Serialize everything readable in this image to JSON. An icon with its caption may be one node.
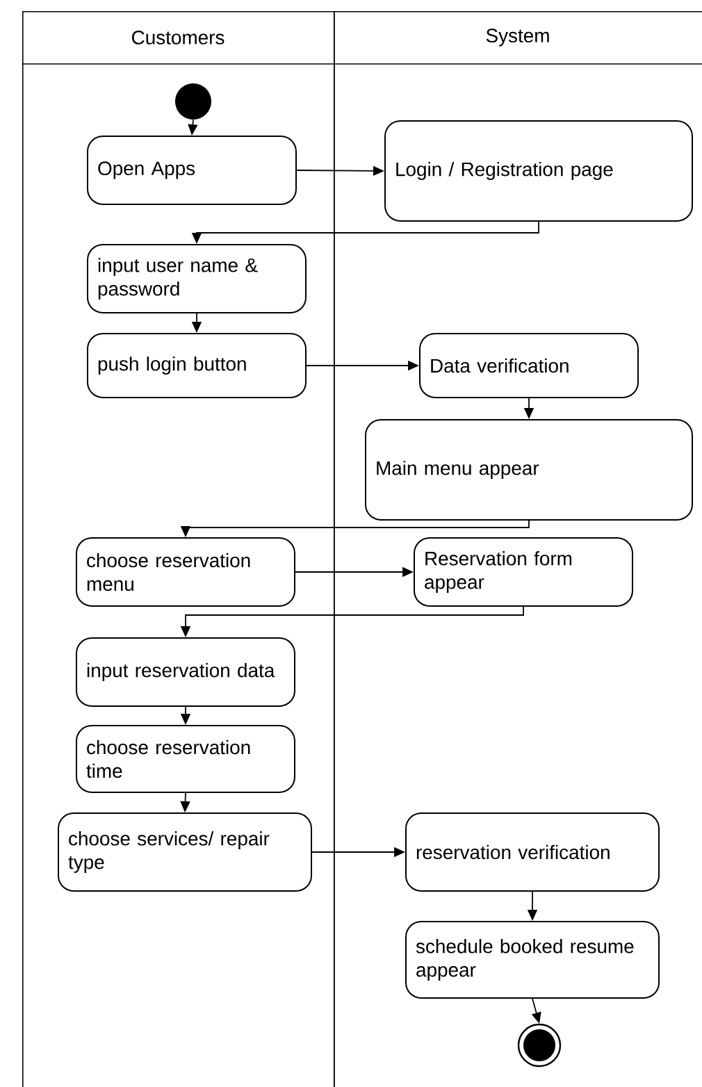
{
  "diagram": {
    "nodes": [
      {
        "text": [
          "Customers"
        ]
      },
      {
        "text": [
          "System"
        ]
      },
      {
        "text": [],
        "shape": "circle",
        "in": 0
      },
      {
        "text": [
          "Open Apps"
        ],
        "in": 0
      },
      {
        "text": [
          "Login / Registration page"
        ],
        "in": 1
      },
      {
        "text": [
          "input user name & password"
        ],
        "in": 0
      },
      {
        "text": [
          "push login button"
        ],
        "in": 0
      },
      {
        "text": [
          "Data verification"
        ],
        "in": 1
      },
      {
        "text": [
          "Main menu appear"
        ],
        "in": 1
      },
      {
        "text": [
          "choose reservation menu"
        ],
        "in": 0
      },
      {
        "text": [
          "Reservation form appear"
        ],
        "in": 1
      },
      {
        "text": [
          "input reservation data"
        ],
        "in": 0
      },
      {
        "text": [
          "choose reservation time"
        ],
        "in": 0
      },
      {
        "text": [
          "choose services/ repair type"
        ],
        "in": 0
      },
      {
        "text": [
          "reservation verification"
        ],
        "in": 1
      },
      {
        "text": [
          "schedule booked resume appear"
        ],
        "in": 1
      },
      {
        "text": [],
        "shape": "circle",
        "in": 1
      }
    ],
    "edges": [
      {
        "from": 2,
        "to": 3,
        "arrow": "to"
      },
      {
        "from": 3,
        "to": 4,
        "arrow": "to"
      },
      {
        "from": 4,
        "to": 5,
        "arrow": "to"
      },
      {
        "from": 5,
        "to": 6,
        "arrow": "to"
      },
      {
        "from": 6,
        "to": 7,
        "arrow": "to"
      },
      {
        "from": 7,
        "to": 8,
        "arrow": "to"
      },
      {
        "from": 8,
        "to": 9,
        "arrow": "to"
      },
      {
        "from": 9,
        "to": 10,
        "arrow": "to"
      },
      {
        "from": 10,
        "to": 11,
        "arrow": "to"
      },
      {
        "from": 11,
        "to": 12,
        "arrow": "to"
      },
      {
        "from": 12,
        "to": 13,
        "arrow": "to"
      },
      {
        "from": 13,
        "to": 14,
        "arrow": "to"
      },
      {
        "from": 14,
        "to": 15,
        "arrow": "to"
      },
      {
        "from": 15,
        "to": 16,
        "arrow": "to"
      }
    ]
  }
}
